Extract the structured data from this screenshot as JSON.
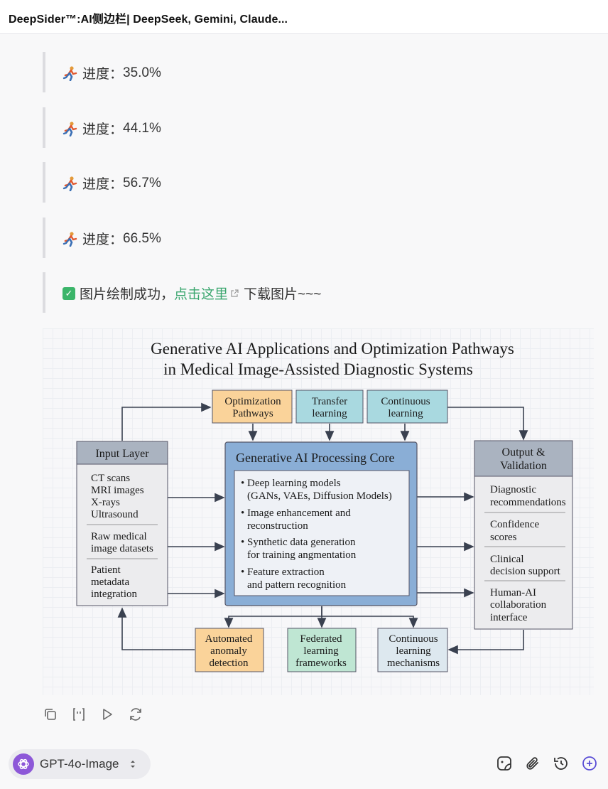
{
  "header": {
    "title": "DeepSider™:AI侧边栏| DeepSeek, Gemini, Claude..."
  },
  "progress": [
    {
      "label": "进度：",
      "value": "35.0%"
    },
    {
      "label": "进度：",
      "value": "44.1%"
    },
    {
      "label": "进度：",
      "value": "56.7%"
    },
    {
      "label": "进度：",
      "value": "66.5%"
    }
  ],
  "success": {
    "text_before": "图片绘制成功，",
    "link_text": "点击这里",
    "text_after": " 下载图片~~~"
  },
  "diagram": {
    "title_line1": "Generative AI Applications and Optimization Pathways",
    "title_line2": "in Medical Image-Assisted Diagnostic Systems",
    "top_boxes": [
      {
        "line1": "Optimization",
        "line2": "Pathways"
      },
      {
        "line1": "Transfer",
        "line2": "learning"
      },
      {
        "line1": "Continuous",
        "line2": "learning"
      }
    ],
    "input_layer": {
      "title": "Input Layer",
      "group1": [
        "CT scans",
        "MRI images",
        "X-rays",
        "Ultrasound"
      ],
      "group2": [
        "Raw medical",
        "image datasets"
      ],
      "group3": [
        "Patient",
        "metadata",
        "integration"
      ]
    },
    "core": {
      "title": "Generative AI Processing Core",
      "items": [
        [
          "Deep learning models",
          "(GANs, VAEs, Diffusion Models)"
        ],
        [
          "Image enhancement and",
          "reconstruction"
        ],
        [
          "Synthetic data generation",
          "for training angmentation"
        ],
        [
          "Feature extraction",
          "and pattern recognition"
        ]
      ]
    },
    "output": {
      "title_line1": "Output &",
      "title_line2": "Validation",
      "items": [
        [
          "Diagnostic",
          "recommendations"
        ],
        [
          "Confidence",
          "scores"
        ],
        [
          "Clinical",
          "decision support"
        ],
        [
          "Human-AI",
          "collaboration",
          "interface"
        ]
      ]
    },
    "bottom_boxes": [
      [
        "Automated",
        "anomaly",
        "detection"
      ],
      [
        "Federated",
        "learning",
        "frameworks"
      ],
      [
        "Continuous",
        "learning",
        "mechanisms"
      ]
    ],
    "colors": {
      "orange": "#fad39a",
      "teal": "#a9d9e0",
      "green": "#bfe6d3",
      "lightblue": "#dde8ef",
      "core_blue": "#8aaed6",
      "gray_header": "#aab3c0"
    }
  },
  "actions": [
    "copy-icon",
    "quote-icon",
    "play-icon",
    "refresh-icon"
  ],
  "bottom": {
    "model": "GPT-4o-Image",
    "tools": [
      "sticker-icon",
      "attach-icon",
      "history-icon",
      "new-chat-icon"
    ]
  }
}
